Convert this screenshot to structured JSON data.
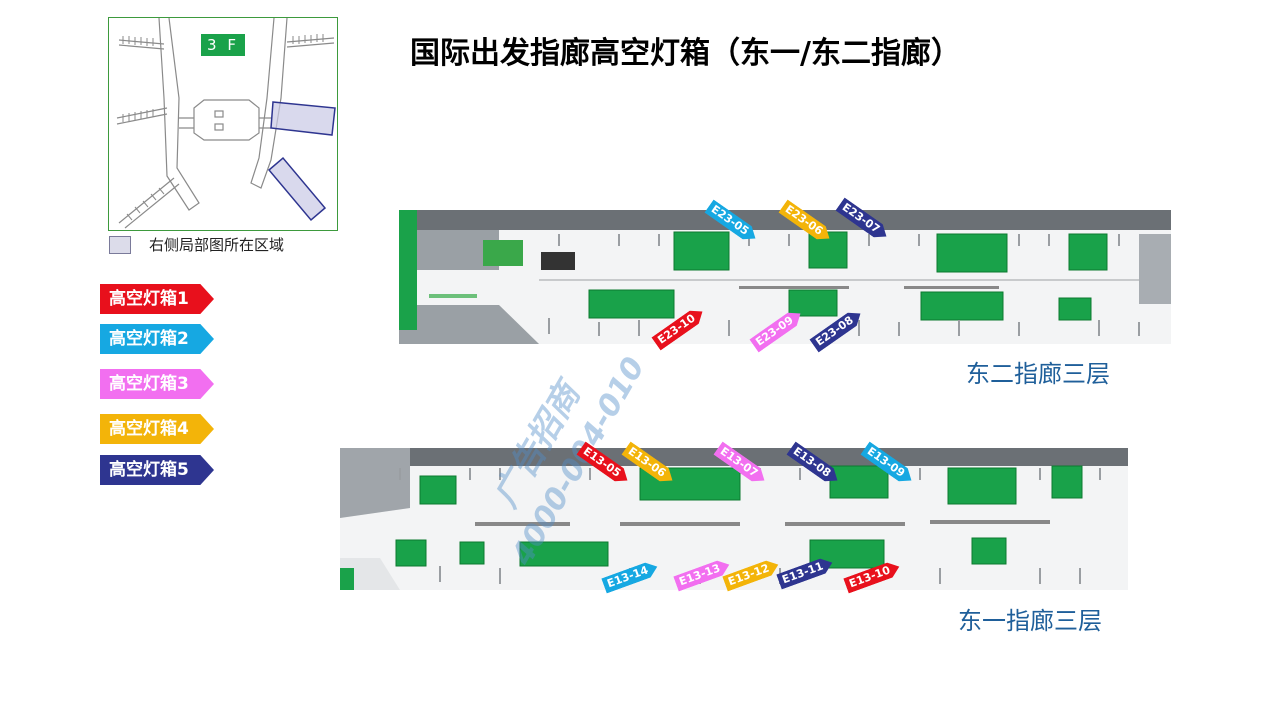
{
  "title": "国际出发指廊高空灯箱（东一/东二指廊）",
  "minimap": {
    "floor_label": "3 F",
    "legend_label": "右侧局部图所在区域"
  },
  "legend_tags": [
    {
      "label": "高空灯箱1",
      "color": "#e8101c"
    },
    {
      "label": "高空灯箱2",
      "color": "#16a8e2"
    },
    {
      "label": "高空灯箱3",
      "color": "#f26ff0"
    },
    {
      "label": "高空灯箱4",
      "color": "#f3b409"
    },
    {
      "label": "高空灯箱5",
      "color": "#2e3590"
    }
  ],
  "pier_east2": {
    "caption": "东二指廊三层",
    "labels": [
      {
        "text": "E23-05",
        "color": "#16a8e2"
      },
      {
        "text": "E23-06",
        "color": "#f3b409"
      },
      {
        "text": "E23-07",
        "color": "#2e3590"
      },
      {
        "text": "E23-10",
        "color": "#e8101c"
      },
      {
        "text": "E23-09",
        "color": "#f26ff0"
      },
      {
        "text": "E23-08",
        "color": "#2e3590"
      }
    ]
  },
  "pier_east1": {
    "caption": "东一指廊三层",
    "labels": [
      {
        "text": "E13-05",
        "color": "#e8101c"
      },
      {
        "text": "E13-06",
        "color": "#f3b409"
      },
      {
        "text": "E13-07",
        "color": "#f26ff0"
      },
      {
        "text": "E13-08",
        "color": "#2e3590"
      },
      {
        "text": "E13-09",
        "color": "#16a8e2"
      },
      {
        "text": "E13-14",
        "color": "#16a8e2"
      },
      {
        "text": "E13-13",
        "color": "#f26ff0"
      },
      {
        "text": "E13-12",
        "color": "#f3b409"
      },
      {
        "text": "E13-11",
        "color": "#2e3590"
      },
      {
        "text": "E13-10",
        "color": "#e8101c"
      }
    ]
  },
  "watermark": {
    "line1": "广告招商",
    "line2": "4000-004-010"
  }
}
